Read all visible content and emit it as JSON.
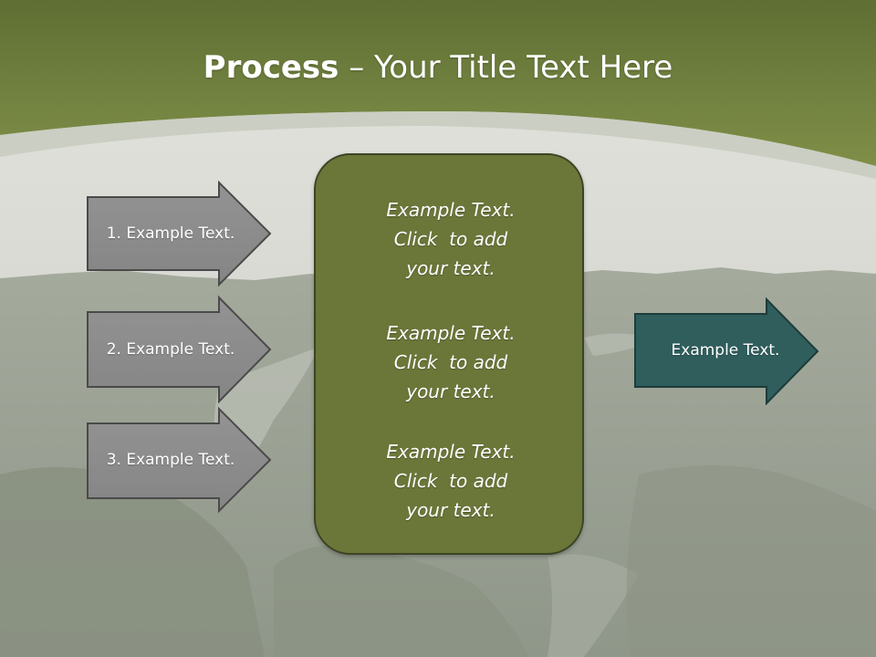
{
  "title": {
    "bold": "Process",
    "dash": " – ",
    "rest": "Your Title Text Here"
  },
  "left_steps": [
    {
      "label": "1. Example Text."
    },
    {
      "label": "2. Example Text."
    },
    {
      "label": "3. Example Text."
    }
  ],
  "center_blocks": [
    {
      "line1": "Example Text.",
      "line2": "Click  to add",
      "line3": "your text."
    },
    {
      "line1": "Example Text.",
      "line2": "Click  to add",
      "line3": "your text."
    },
    {
      "line1": "Example Text.",
      "line2": "Click  to add",
      "line3": "your text."
    }
  ],
  "result": {
    "label": "Example Text."
  },
  "colors": {
    "header_green": "#6f7f3a",
    "center_box": "#6b7639",
    "step_arrow_fill": "#8a8a8a",
    "result_arrow_fill": "#2f5e5c",
    "text": "#ffffff"
  }
}
